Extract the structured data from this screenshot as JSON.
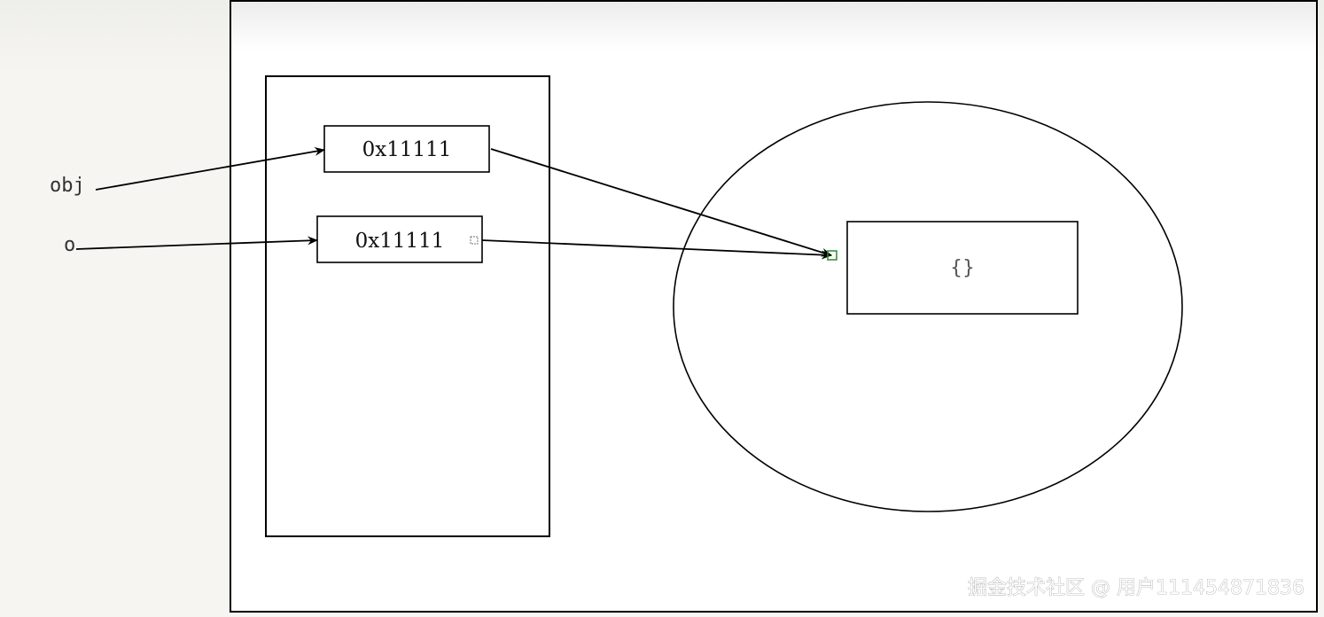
{
  "variables": {
    "obj": "obj",
    "o": "o"
  },
  "stack": {
    "cell_1": "0x11111",
    "cell_2": "0x11111"
  },
  "heap": {
    "object_literal": "{}"
  },
  "watermark": "掘金技术社区 @ 用户111454871836",
  "colors": {
    "page_background": "#f6f5f1",
    "canvas_background": "#ffffff",
    "stroke": "#000000",
    "connector_marker": "#2e8b2e"
  }
}
